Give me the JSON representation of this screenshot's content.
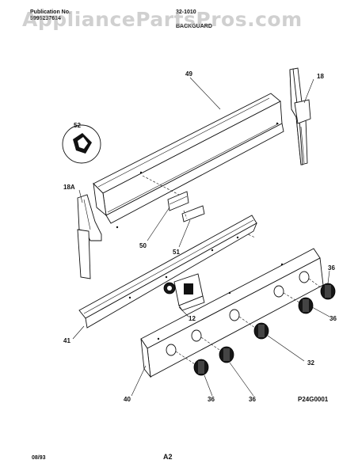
{
  "header": {
    "publication_label": "Publication No.",
    "publication_number": "5995237614",
    "model_number": "32-1010",
    "section_title": "BACKGUARD"
  },
  "watermark": "AppliancePartsPros.com",
  "callouts": {
    "c49": "49",
    "c18": "18",
    "c52": "52",
    "c18a": "18A",
    "c50": "50",
    "c51": "51",
    "c12": "12",
    "c41": "41",
    "c36a": "36",
    "c36b": "36",
    "c32": "32",
    "c40": "40",
    "c36c": "36",
    "c36d": "36"
  },
  "figure_code": "P24G0001",
  "footer": {
    "date": "08/93",
    "page": "A2"
  }
}
